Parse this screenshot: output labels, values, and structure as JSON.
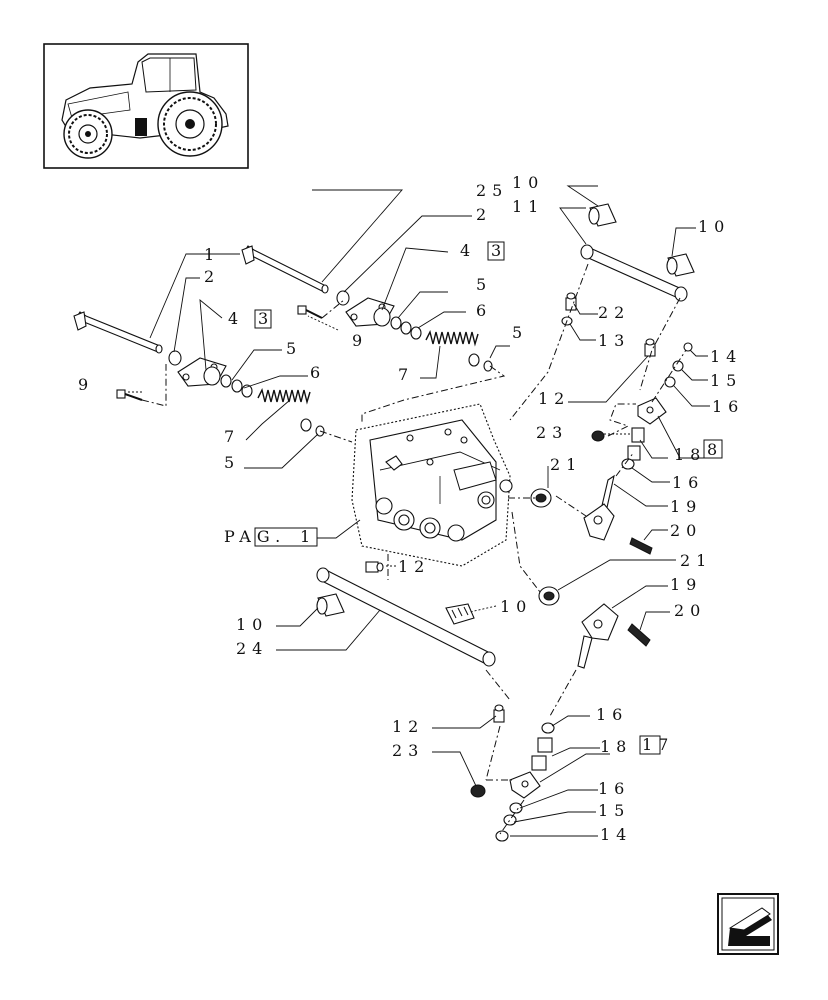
{
  "labels": {
    "l1": "1",
    "l2a": "2",
    "l2b": "2",
    "l25": "25",
    "l3a": "3",
    "l3b": "3",
    "l4a": "4",
    "l4b": "4",
    "l5a": "5",
    "l5b": "5",
    "l5c": "5",
    "l5d": "5",
    "l6a": "6",
    "l6b": "6",
    "l7a": "7",
    "l7b": "7",
    "l9a": "9",
    "l9b": "9",
    "l10a": "10",
    "l10b": "10",
    "l10c": "10",
    "l10d": "10",
    "l11": "11",
    "l12a": "12",
    "l12b": "12",
    "l12c": "12",
    "l13": "13",
    "l14a": "14",
    "l14b": "14",
    "l15a": "15",
    "l15b": "15",
    "l16a": "16",
    "l16b": "16",
    "l16c": "16",
    "l16d": "16",
    "l17": "17",
    "l18a": "18",
    "l8": "8",
    "l18b": "18",
    "l19a": "19",
    "l19b": "19",
    "l20a": "20",
    "l20b": "20",
    "l21a": "21",
    "l21b": "21",
    "l22": "22",
    "l23a": "23",
    "l23b": "23",
    "l24": "24",
    "pag": "PAG.",
    "pag_num": "1"
  },
  "icons": {
    "thumbnail": "tractor-thumbnail-icon",
    "nav": "previous-page-arrow-icon"
  }
}
